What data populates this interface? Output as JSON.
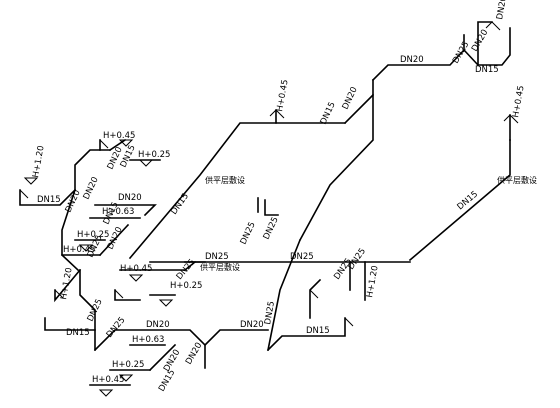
{
  "labels": {
    "dn20_top": "DN20",
    "dn15_top_right": "DN15",
    "dn20_tr_vert": "DN20",
    "dn25_tr_vert": "DN25",
    "dn15_mid_vert": "DN15",
    "dn20_mid_vert": "DN20",
    "dn15_diag": "DN15",
    "dn15_right_diag": "DN15",
    "dn25_center": "DN25",
    "dn25_center2": "DN25",
    "dn25_conn": "DN25",
    "dn25_bottom_right": "DN25",
    "dn25_bottom_right2": "DN25",
    "dn25_lower_vert": "DN25",
    "dn15_bottom_mid": "DN15",
    "dn20_bottom_mid": "DN20",
    "dn20_left_bottom": "DN20",
    "dn20_left_bottom2": "DN20",
    "dn20_left_bottom3": "DN20",
    "dn15_left_bottom": "DN15",
    "dn15_left_bottom2": "DN15",
    "dn25_left_bottom": "DN25",
    "dn25_left_bottom2": "DN25",
    "dn15_left_top": "DN15",
    "dn20_left_top": "DN20",
    "dn20_left_top2": "DN20",
    "dn20_left_top3": "DN20",
    "dn20_left_mid": "DN20",
    "dn20_left_mid2": "DN20",
    "dn15_left_mid": "DN15",
    "dn15_left_mid2": "DN15",
    "dn25_left_mid": "DN25",
    "dn25_left_mid2": "DN25",
    "h045_top_mid": "H+0.45",
    "h045_right": "H+0.45",
    "h045_left_top": "H+0.45",
    "h025_left_top": "H+0.25",
    "h120_left_top": "H+1.20",
    "h063_left_mid": "H+0.63",
    "h025_left_mid": "H+0.25",
    "h045_left_mid": "H+0.45",
    "h120_left_mid": "H+1.20",
    "h045_left_lower": "H+0.45",
    "h025_left_lower": "H+0.25",
    "h063_bottom": "H+0.63",
    "h025_bottom": "H+0.25",
    "h045_bottom": "H+0.45",
    "h120_bottom_right": "H+1.20",
    "note_mid": "供平层敷设",
    "note_right": "供平层敷设",
    "note_left": "供平层敷设"
  }
}
